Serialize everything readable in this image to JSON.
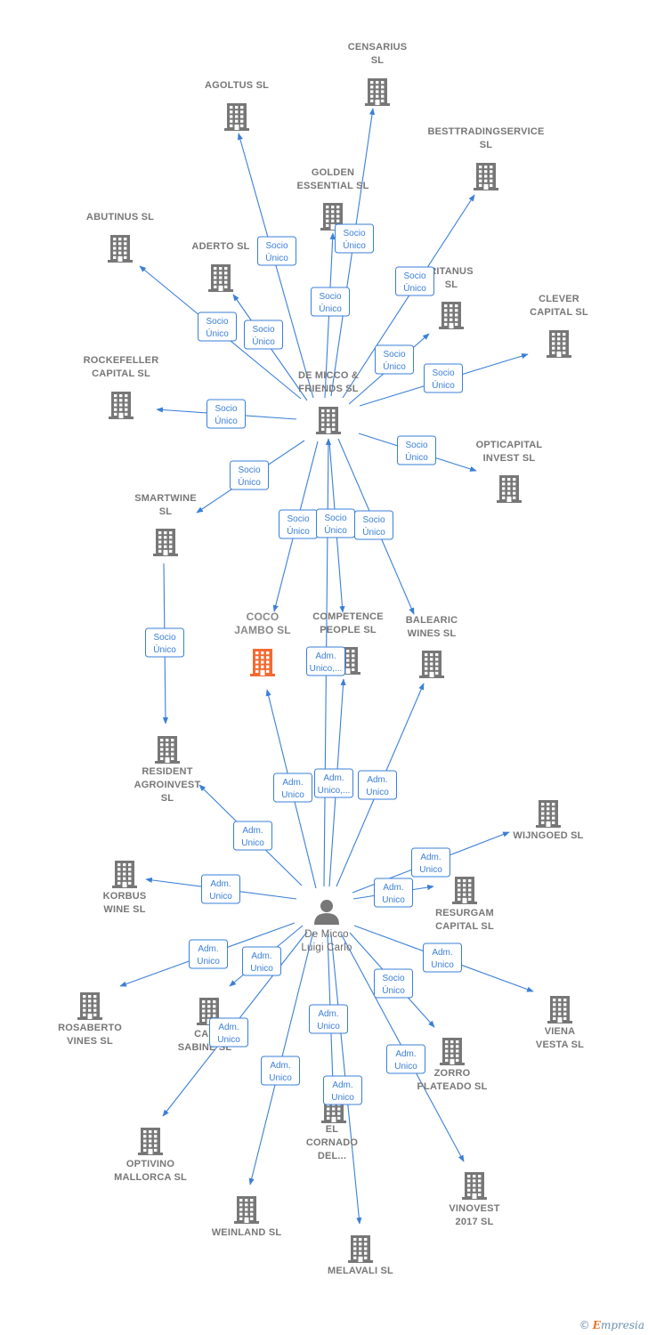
{
  "colors": {
    "edge": "#3a7fd8",
    "building": "#777777",
    "focus_building": "#f26a32",
    "person": "#777777"
  },
  "footer": {
    "copyright_symbol": "©",
    "brand_initial": "E",
    "brand_rest": "mpresia"
  },
  "nodes": [
    {
      "id": "censarius",
      "type": "company",
      "label": [
        "CENSARIUS",
        "SL"
      ]
    },
    {
      "id": "agoltus",
      "type": "company",
      "label": [
        "AGOLTUS  SL"
      ]
    },
    {
      "id": "besttrading",
      "type": "company",
      "label": [
        "BESTTRADINGSERVICE",
        "SL"
      ]
    },
    {
      "id": "golden",
      "type": "company",
      "label": [
        "GOLDEN",
        "ESSENTIAL  SL"
      ]
    },
    {
      "id": "abutinus",
      "type": "company",
      "label": [
        "ABUTINUS  SL"
      ]
    },
    {
      "id": "aderto",
      "type": "company",
      "label": [
        "ADERTO  SL"
      ]
    },
    {
      "id": "ritanus",
      "type": "company",
      "label": [
        "RITANUS",
        "SL"
      ]
    },
    {
      "id": "clever",
      "type": "company",
      "label": [
        "CLEVER",
        "CAPITAL  SL"
      ]
    },
    {
      "id": "rockefeller",
      "type": "company",
      "label": [
        "ROCKEFELLER",
        "CAPITAL  SL"
      ]
    },
    {
      "id": "demicco_friends",
      "type": "company",
      "label": [
        "DE MICCO &",
        "FRIENDS  SL"
      ]
    },
    {
      "id": "opticapital",
      "type": "company",
      "label": [
        "OPTICAPITAL",
        "INVEST  SL"
      ]
    },
    {
      "id": "smartwine",
      "type": "company",
      "label": [
        "SMARTWINE",
        "SL"
      ]
    },
    {
      "id": "coco",
      "type": "focus",
      "label": [
        "COCO",
        "JAMBO  SL"
      ]
    },
    {
      "id": "competence",
      "type": "company",
      "label": [
        "COMPETENCE",
        "PEOPLE  SL"
      ]
    },
    {
      "id": "balearic",
      "type": "company",
      "label": [
        "BALEARIC",
        "WINES  SL"
      ]
    },
    {
      "id": "resident",
      "type": "company",
      "label": [
        "RESIDENT",
        "AGROINVEST",
        "SL"
      ]
    },
    {
      "id": "wijngoed",
      "type": "company",
      "label": [
        "WIJNGOED  SL"
      ]
    },
    {
      "id": "korbus",
      "type": "company",
      "label": [
        "KORBUS",
        "WINE  SL"
      ]
    },
    {
      "id": "resurgam",
      "type": "company",
      "label": [
        "RESURGAM",
        "CAPITAL  SL"
      ]
    },
    {
      "id": "person",
      "type": "person",
      "label": [
        "De Micco",
        "Luigi Carlo"
      ]
    },
    {
      "id": "rosaberto",
      "type": "company",
      "label": [
        "ROSABERTO",
        "VINES  SL"
      ]
    },
    {
      "id": "cas_sabine",
      "type": "company",
      "label": [
        "CAS",
        "SABINE  SL"
      ]
    },
    {
      "id": "viena",
      "type": "company",
      "label": [
        "VIENA",
        "VESTA  SL"
      ]
    },
    {
      "id": "zorro",
      "type": "company",
      "label": [
        "ZORRO",
        "PLATEADO  SL"
      ]
    },
    {
      "id": "el_cornado",
      "type": "company",
      "label": [
        "EL",
        "CORNADO",
        "DEL..."
      ]
    },
    {
      "id": "optivino",
      "type": "company",
      "label": [
        "OPTIVINO",
        "MALLORCA  SL"
      ]
    },
    {
      "id": "vinovest",
      "type": "company",
      "label": [
        "VINOVEST",
        "2017  SL"
      ]
    },
    {
      "id": "weinland",
      "type": "company",
      "label": [
        "WEINLAND  SL"
      ]
    },
    {
      "id": "melavali",
      "type": "company",
      "label": [
        "MELAVALI  SL"
      ]
    }
  ],
  "edges": [
    {
      "from": "demicco_friends",
      "to": "censarius",
      "label": [
        "Socio",
        "Único"
      ]
    },
    {
      "from": "demicco_friends",
      "to": "agoltus",
      "label": [
        "Socio",
        "Único"
      ]
    },
    {
      "from": "demicco_friends",
      "to": "besttrading",
      "label": [
        "Socio",
        "Único"
      ]
    },
    {
      "from": "demicco_friends",
      "to": "golden",
      "label": [
        "Socio",
        "Único"
      ]
    },
    {
      "from": "demicco_friends",
      "to": "abutinus",
      "label": [
        "Socio",
        "Único"
      ]
    },
    {
      "from": "demicco_friends",
      "to": "aderto",
      "label": [
        "Socio",
        "Único"
      ]
    },
    {
      "from": "demicco_friends",
      "to": "ritanus",
      "label": [
        "Socio",
        "Único"
      ]
    },
    {
      "from": "demicco_friends",
      "to": "clever",
      "label": [
        "Socio",
        "Único"
      ]
    },
    {
      "from": "demicco_friends",
      "to": "rockefeller",
      "label": [
        "Socio",
        "Único"
      ]
    },
    {
      "from": "demicco_friends",
      "to": "opticapital",
      "label": [
        "Socio",
        "Único"
      ]
    },
    {
      "from": "demicco_friends",
      "to": "smartwine",
      "label": [
        "Socio",
        "Único"
      ]
    },
    {
      "from": "demicco_friends",
      "to": "coco",
      "label": [
        "Socio",
        "Único"
      ]
    },
    {
      "from": "demicco_friends",
      "to": "competence",
      "label": [
        "Socio",
        "Único"
      ]
    },
    {
      "from": "demicco_friends",
      "to": "balearic",
      "label": [
        "Socio",
        "Único"
      ]
    },
    {
      "from": "smartwine",
      "to": "resident",
      "label": [
        "Socio",
        "Único"
      ]
    },
    {
      "from": "person",
      "to": "demicco_friends",
      "label": [
        "Adm.",
        "Unico,..."
      ]
    },
    {
      "from": "person",
      "to": "coco",
      "label": [
        "Adm.",
        "Unico"
      ]
    },
    {
      "from": "person",
      "to": "competence",
      "label": [
        "Adm.",
        "Unico,..."
      ]
    },
    {
      "from": "person",
      "to": "balearic",
      "label": [
        "Adm.",
        "Unico"
      ]
    },
    {
      "from": "person",
      "to": "resident",
      "label": [
        "Adm.",
        "Unico"
      ]
    },
    {
      "from": "person",
      "to": "wijngoed",
      "label": [
        "Adm.",
        "Unico"
      ]
    },
    {
      "from": "person",
      "to": "korbus",
      "label": [
        "Adm.",
        "Unico"
      ]
    },
    {
      "from": "person",
      "to": "resurgam",
      "label": [
        "Adm.",
        "Unico"
      ]
    },
    {
      "from": "person",
      "to": "rosaberto",
      "label": [
        "Adm.",
        "Unico"
      ]
    },
    {
      "from": "person",
      "to": "cas_sabine",
      "label": [
        "Adm.",
        "Unico"
      ]
    },
    {
      "from": "person",
      "to": "viena",
      "label": [
        "Adm.",
        "Unico"
      ]
    },
    {
      "from": "person",
      "to": "zorro",
      "label": [
        "Socio",
        "Único"
      ]
    },
    {
      "from": "person",
      "to": "optivino",
      "label": [
        "Adm.",
        "Unico"
      ]
    },
    {
      "from": "person",
      "to": "el_cornado",
      "label": [
        "Adm.",
        "Unico"
      ]
    },
    {
      "from": "person",
      "to": "weinland",
      "label": [
        "Adm.",
        "Unico"
      ]
    },
    {
      "from": "person",
      "to": "vinovest",
      "label": [
        "Adm.",
        "Unico"
      ]
    },
    {
      "from": "person",
      "to": "melavali",
      "label": [
        "Adm.",
        "Unico"
      ]
    }
  ]
}
